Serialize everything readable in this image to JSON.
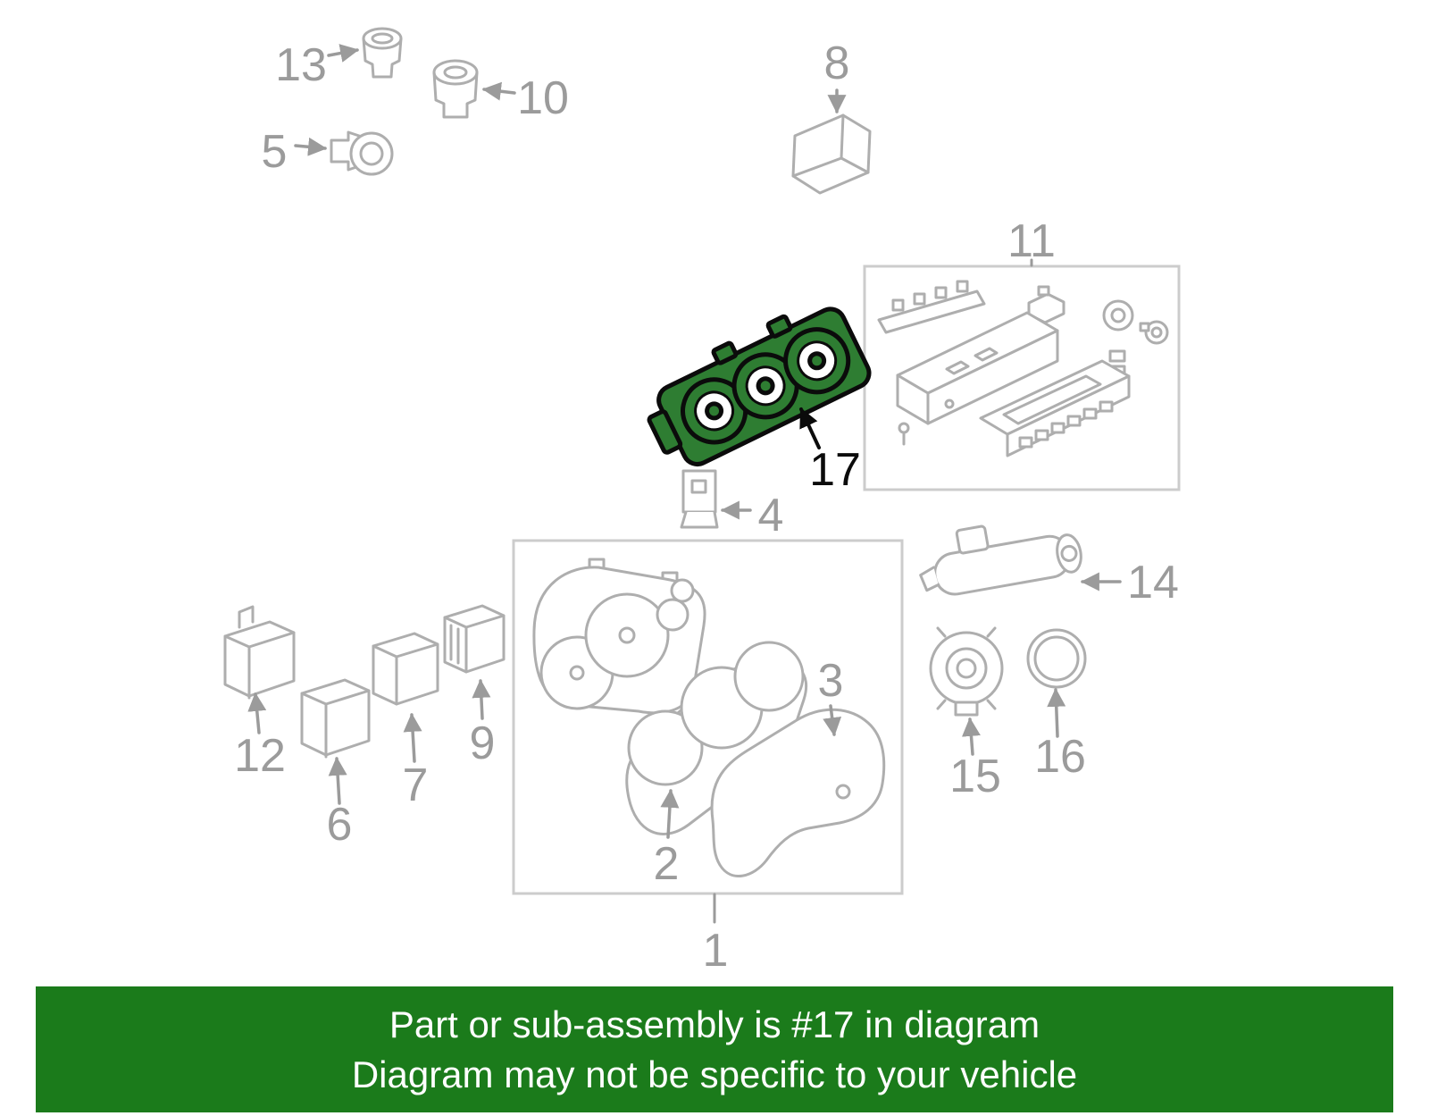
{
  "colors": {
    "banner_bg": "#1b7b1b",
    "banner_fg": "#ffffff",
    "highlight_green": "#2e7d32",
    "diagram_line": "#aeaeae",
    "callout_text": "#9b9b9b"
  },
  "banner": {
    "line1": "Part or sub-assembly is #17 in diagram",
    "line2": "Diagram may not be specific to your vehicle"
  },
  "diagram": {
    "highlighted_part": "17",
    "callouts": {
      "n1": "1",
      "n2": "2",
      "n3": "3",
      "n4": "4",
      "n5": "5",
      "n6": "6",
      "n7": "7",
      "n8": "8",
      "n9": "9",
      "n10": "10",
      "n11": "11",
      "n12": "12",
      "n13": "13",
      "n14": "14",
      "n15": "15",
      "n16": "16",
      "n17": "17"
    }
  }
}
